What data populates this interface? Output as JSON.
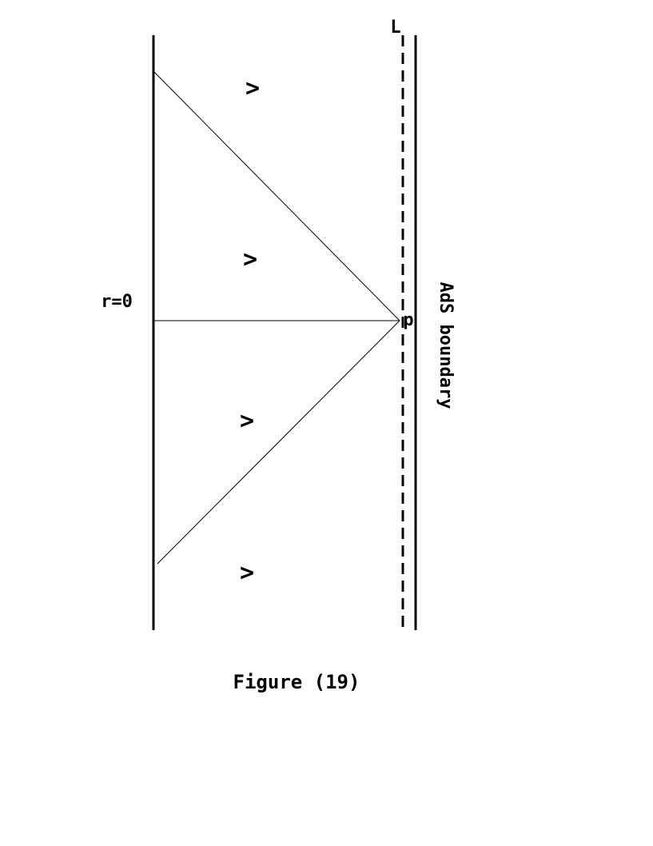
{
  "diagram": {
    "labels": {
      "origin": "r=0",
      "cutoff": "L",
      "point": "p",
      "boundary": "AdS boundary",
      "caption": "Figure (19)"
    },
    "arrow_glyph": ">",
    "colors": {
      "ink": "#000000",
      "background": "#ffffff"
    }
  }
}
